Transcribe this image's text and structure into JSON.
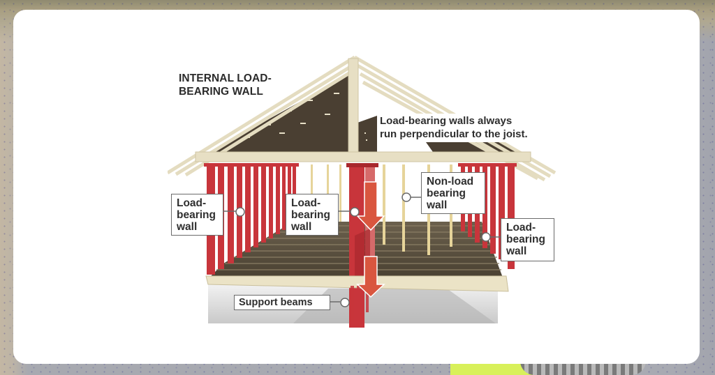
{
  "diagram": {
    "title": [
      "INTERNAL LOAD-",
      "BEARING WALL"
    ],
    "note": [
      "Load-bearing walls always",
      "run perpendicular to the joist."
    ],
    "callouts": [
      {
        "id": "left-wall",
        "lines": [
          "Load-",
          "bearing",
          "wall"
        ]
      },
      {
        "id": "center-wall",
        "lines": [
          "Load-",
          "bearing",
          "wall"
        ]
      },
      {
        "id": "non-load-wall",
        "lines": [
          "Non-load",
          "bearing",
          "wall"
        ]
      },
      {
        "id": "right-wall",
        "lines": [
          "Load-",
          "bearing",
          "wall"
        ]
      },
      {
        "id": "support-beams",
        "lines": [
          "Support beams"
        ]
      }
    ],
    "colors": {
      "load_bearing_stud": "#c8353b",
      "non_load_bearing_stud": "#e6d49a",
      "lumber": "#e4dcc0",
      "floor_joist": "#5a5040",
      "roof_sheathing": "#4a3f32",
      "arrow": "#d9563f",
      "card_background": "#ffffff"
    },
    "icons": [
      "down-arrow-icon",
      "down-arrow-icon",
      "callout-pointer-icon"
    ]
  }
}
